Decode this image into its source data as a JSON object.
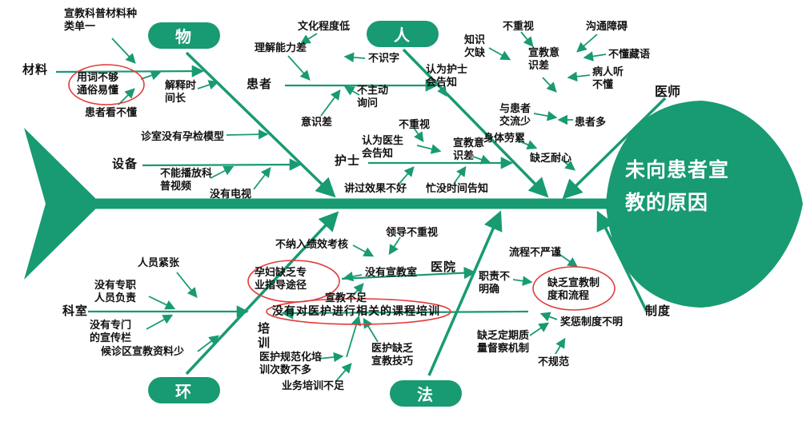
{
  "diagram": {
    "type": "fishbone-cause-effect",
    "title": "未向患者宣教的原因",
    "accent_color": "#189a72",
    "highlight_color": "#e23a3a"
  },
  "categories": {
    "wu": "物",
    "ren": "人",
    "huan": "环",
    "fa": "法"
  },
  "bones": {
    "cailiao": "材料",
    "huanzhe": "患者",
    "shebei": "设备",
    "hushi": "护士",
    "yishi": "医师",
    "keshi": "科室",
    "yiyuan": "医院",
    "zhidu": "制度",
    "peixun": "培\n训"
  },
  "causes": {
    "kepu_cailiao": "宣教科普材料种\n类单一",
    "yongci": "用词不够\n通俗易懂",
    "jieshi": "解释时\n间长",
    "kanbudong": "患者看不懂",
    "yunjian_moxing": "诊室没有孕检模型",
    "bofang": "不能播放科\n普视频",
    "meiyou_dianshi": "没有电视",
    "wenhua": "文化程度低",
    "lijie": "理解能力差",
    "bushizi": "不识字",
    "buzhudong": "不主动\n询问",
    "yishicha": "意识差",
    "renwei_hushi": "认为护士\n会告知",
    "buzhongshi_yishi": "不重视",
    "zhishi_quque": "知识\n欠缺",
    "goutong": "沟通障碍",
    "xj_yishicha_yishi": "宣教意\n识差",
    "budong_zangyu": "不懂藏语",
    "bingren_tingbudong": "病人听\n不懂",
    "jiaoliu_shao": "与患者\n交流少",
    "huanzhe_duo": "患者多",
    "shenti_laolei": "身体劳累",
    "quefa_naixin": "缺乏耐心",
    "buzhongshi_hushi": "不重视",
    "renwei_yisheng": "认为医生\n会告知",
    "xj_yishicha_hushi": "宣教意\n识差",
    "jiangguo": "讲过效果不好",
    "mang": "忙没时间告知",
    "renyuan": "人员紧张",
    "zhuanzhi": "没有专职\n人员负责",
    "xuanchuanlan": "没有专门\n的宣传栏",
    "houzhen": "候诊区宣教资料少",
    "jixiao": "不纳入绩效考核",
    "lingdao": "领导不重视",
    "yunfu": "孕妇缺乏专\n业指导途径",
    "xuanjiaoshi": "没有宣教室",
    "xuanjiao_buzu": "宣教不足",
    "kecheng": "没有对医护进行相关的课程培训",
    "guifanhua": "医护规范化培\n训次数不多",
    "jiqiao": "医护缺乏\n宣教技巧",
    "yewu": "业务培训不足",
    "liucheng": "流程不严谨",
    "zhize": "职责不\n明确",
    "quefa_zhidu": "缺乏宣教制\n度和流程",
    "jiangcheng": "奖惩制度不明",
    "ducha": "缺乏定期质\n量督察机制",
    "buguifan": "不规范"
  }
}
